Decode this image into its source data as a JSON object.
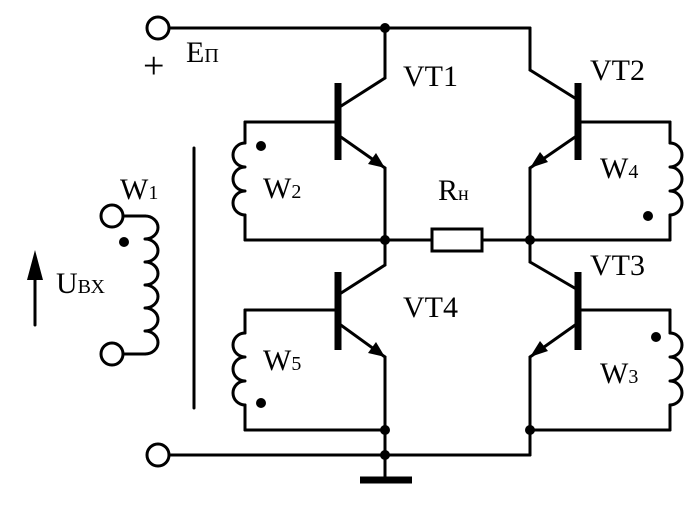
{
  "labels": {
    "power_main": "E",
    "power_sub": "П",
    "plus": "+",
    "vt1": "VT1",
    "vt2": "VT2",
    "vt3": "VT3",
    "vt4": "VT4",
    "w1_main": "W",
    "w1_sub": "1",
    "w2_main": "W",
    "w2_sub": "2",
    "w3_main": "W",
    "w3_sub": "3",
    "w4_main": "W",
    "w4_sub": "4",
    "w5_main": "W",
    "w5_sub": "5",
    "load_main": "R",
    "load_sub": "н",
    "input_main": "U",
    "input_sub": "ВХ"
  }
}
